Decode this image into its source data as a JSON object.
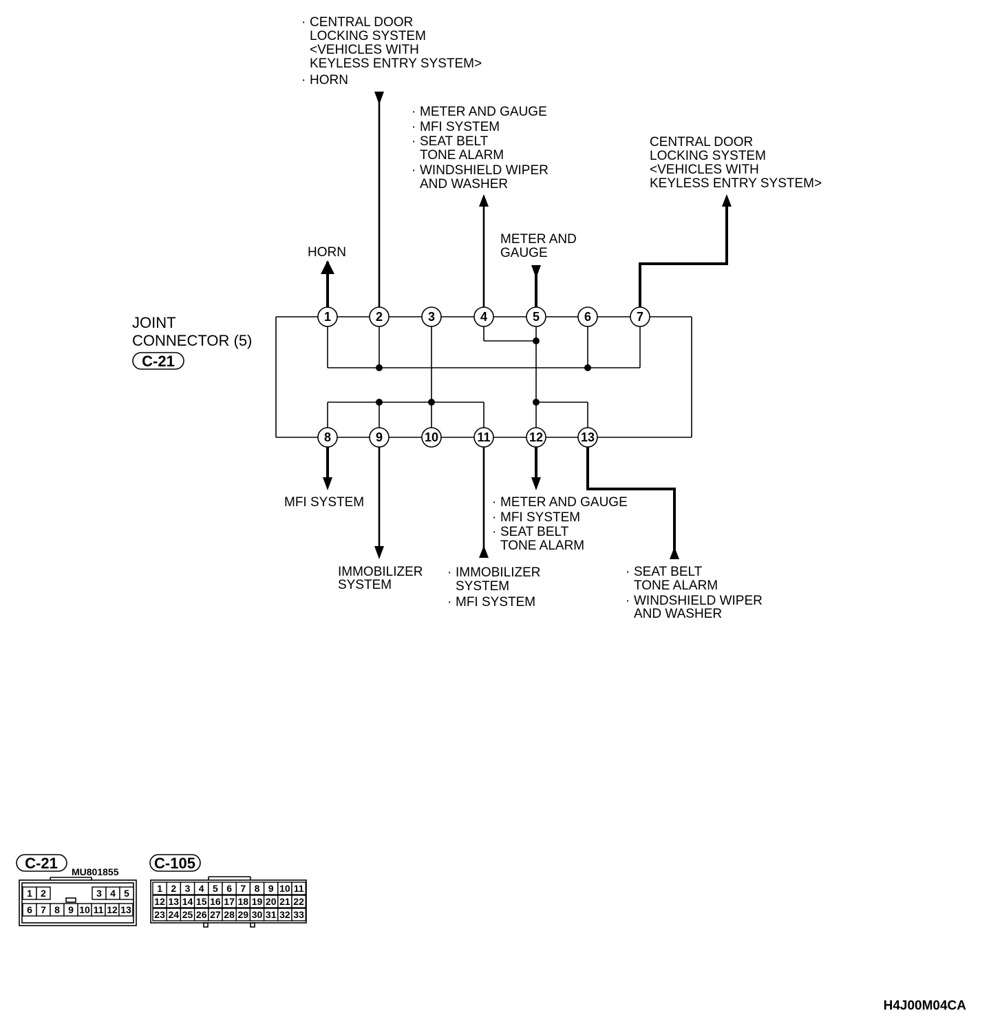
{
  "connector": {
    "title_line1": "JOINT",
    "title_line2": "CONNECTOR (5)",
    "code": "C-21"
  },
  "pins": [
    "1",
    "2",
    "3",
    "4",
    "5",
    "6",
    "7",
    "8",
    "9",
    "10",
    "11",
    "12",
    "13"
  ],
  "labels": {
    "pin2_top": {
      "bullet1_l1": "CENTRAL DOOR",
      "bullet1_l2": "LOCKING SYSTEM",
      "bullet1_l3": "<VEHICLES WITH",
      "bullet1_l4": "KEYLESS ENTRY SYSTEM>",
      "bullet2": "HORN"
    },
    "pin4_top": {
      "b1": "METER AND GAUGE",
      "b2": "MFI SYSTEM",
      "b3_l1": "SEAT BELT",
      "b3_l2": "TONE ALARM",
      "b4_l1": "WINDSHIELD WIPER",
      "b4_l2": "AND WASHER"
    },
    "pin7_top": {
      "l1": "CENTRAL DOOR",
      "l2": "LOCKING SYSTEM",
      "l3": "<VEHICLES WITH",
      "l4": "KEYLESS ENTRY SYSTEM>"
    },
    "pin1_top": "HORN",
    "pin5_top": {
      "l1": "METER AND",
      "l2": "GAUGE"
    },
    "pin8_bottom": "MFI SYSTEM",
    "pin9_bottom": {
      "l1": "IMMOBILIZER",
      "l2": "SYSTEM"
    },
    "pin11_bottom": {
      "b1_l1": "IMMOBILIZER",
      "b1_l2": "SYSTEM",
      "b2": "MFI SYSTEM"
    },
    "pin12_bottom": {
      "b1": "METER AND GAUGE",
      "b2": "MFI SYSTEM",
      "b3_l1": "SEAT BELT",
      "b3_l2": "TONE ALARM"
    },
    "pin13_bottom": {
      "b1_l1": "SEAT BELT",
      "b1_l2": "TONE ALARM",
      "b2_l1": "WINDSHIELD WIPER",
      "b2_l2": "AND WASHER"
    }
  },
  "connector_views": {
    "c21": {
      "code": "C-21",
      "part_number": "MU801855",
      "row1": [
        "1",
        "2",
        "3",
        "4",
        "5"
      ],
      "row2": [
        "6",
        "7",
        "8",
        "9",
        "10",
        "11",
        "12",
        "13"
      ]
    },
    "c105": {
      "code": "C-105",
      "row1": [
        "1",
        "2",
        "3",
        "4",
        "5",
        "6",
        "7",
        "8",
        "9",
        "10",
        "11"
      ],
      "row2": [
        "12",
        "13",
        "14",
        "15",
        "16",
        "17",
        "18",
        "19",
        "20",
        "21",
        "22"
      ],
      "row3": [
        "23",
        "24",
        "25",
        "26",
        "27",
        "28",
        "29",
        "30",
        "31",
        "32",
        "33"
      ]
    }
  },
  "figure_code": "H4J00M04CA"
}
